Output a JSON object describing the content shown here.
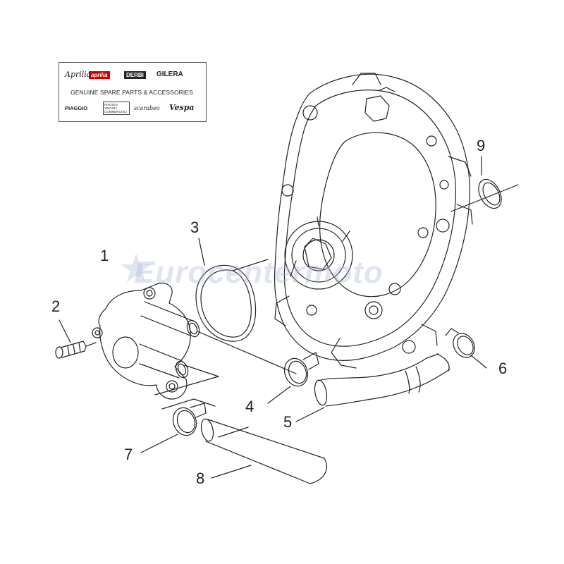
{
  "logo_panel": {
    "brands_row1": [
      "Aprilia",
      "aprilia",
      "DERBI",
      "GILERA"
    ],
    "tagline": "GENUINE SPARE PARTS & ACCESSORIES",
    "brands_row2": [
      "PIAGGIO",
      "PIAGGIO VEICOLI COMMERCIALI",
      "scarabeo",
      "Vespa"
    ]
  },
  "watermark": {
    "text": "Eurocentermoto"
  },
  "callouts": [
    "1",
    "2",
    "3",
    "4",
    "5",
    "6",
    "7",
    "8",
    "9"
  ],
  "colors": {
    "line": "#222222",
    "watermark": "#aab9d7"
  }
}
